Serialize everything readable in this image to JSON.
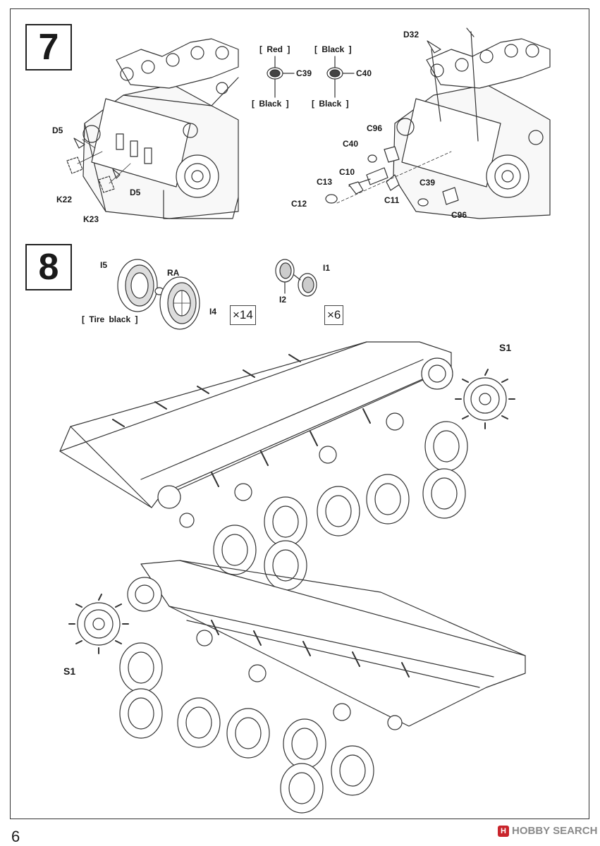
{
  "page_number": "6",
  "watermark": {
    "logo_char": "H",
    "text": "HOBBY SEARCH",
    "color": "#c9252c"
  },
  "step7": {
    "number": "7",
    "left_labels": [
      "D5",
      "K22",
      "D5",
      "K23"
    ],
    "color_callouts": {
      "c39_top": "[ Red ]",
      "c39_bottom": "[ Black ]",
      "c40_top": "[ Black ]",
      "c40_bottom": "[ Black ]"
    },
    "right_labels": [
      "D32",
      "C39",
      "C40",
      "C96",
      "C40",
      "C10",
      "C13",
      "C12",
      "C11",
      "C39",
      "C96"
    ]
  },
  "step8": {
    "number": "8",
    "left_group": {
      "labels": [
        "I5",
        "RA",
        "I4"
      ],
      "color_note": "[ Tire black ]",
      "multiplier": "×14"
    },
    "right_group": {
      "labels": [
        "I1",
        "I2"
      ],
      "multiplier": "×6"
    },
    "sprocket_labels": [
      "S1",
      "S1"
    ]
  }
}
